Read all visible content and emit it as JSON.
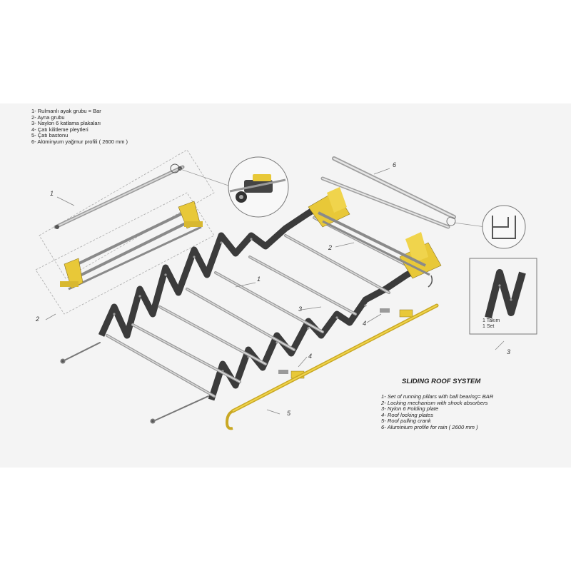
{
  "legend_tr": [
    "1- Rulmanlı ayak grubu = Bar",
    "2- Ayna grubu",
    "3- Naylon 6 katlama plakaları",
    "4- Çatı kilitleme pleytleri",
    "5- Çatı bastonu",
    "6- Alüminyum yağmur profili ( 2600 mm )"
  ],
  "title": "SLIDING ROOF SYSTEM",
  "legend_en": [
    "1- Set of running pillars with ball bearing= BAR",
    "2- Locking mechanism with shock absorbers",
    "3- Nylon 6 Folding plate",
    "4- Roof locking plates",
    "5- Roof pulling crank",
    "6- Aluminium profile for rain ( 2600 mm )"
  ],
  "callouts": {
    "c1_left": "1",
    "c2_left": "2",
    "c6": "6",
    "c2_right": "2",
    "c1_center": "1",
    "c3": "3",
    "c4_right": "4",
    "c4_center": "4",
    "c5": "5",
    "c3_box": "3"
  },
  "set_box": {
    "line1": "1 Takım",
    "line2": "1 Set"
  },
  "colors": {
    "panel": "#f4f4f4",
    "yellow": "#e8c838",
    "dark": "#3b3b3b",
    "bar": "#c8c8c8"
  }
}
